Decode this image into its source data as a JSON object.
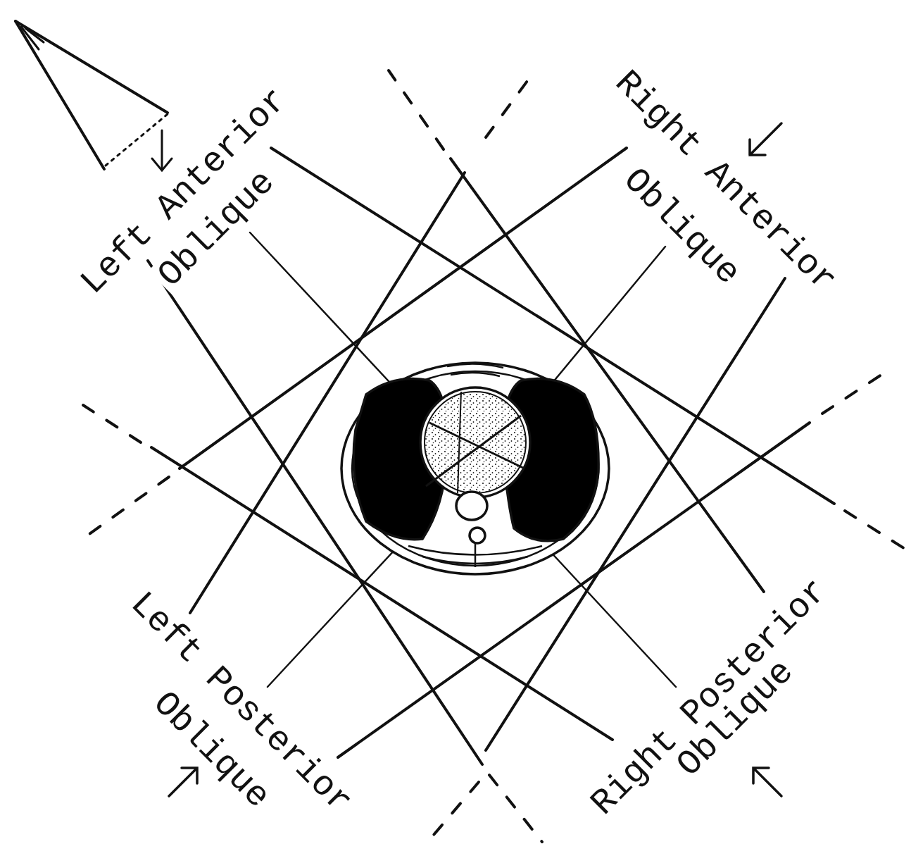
{
  "diagram": {
    "labels": [
      "Left Anterior",
      "Oblique",
      "Right Anterior",
      "Oblique",
      "Left Posterior",
      "Oblique",
      "Right Posterior",
      "Oblique"
    ]
  }
}
